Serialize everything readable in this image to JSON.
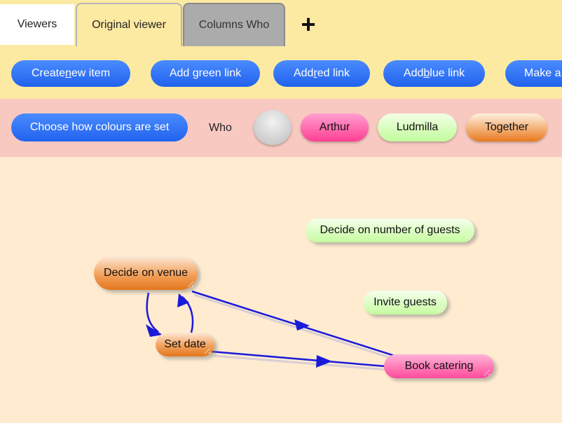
{
  "tabs": {
    "viewers": "Viewers",
    "original": "Original viewer",
    "columns": "Columns Who",
    "add": "+"
  },
  "toolbar": {
    "create_pre": "Create ",
    "create_key": "n",
    "create_post": "ew item",
    "green_link": "Add green link",
    "red_pre": "Add ",
    "red_key": "r",
    "red_post": "ed link",
    "blue_pre": "Add ",
    "blue_key": "b",
    "blue_post": "lue link",
    "make": "Make a"
  },
  "colours": {
    "choose_button": "Choose how colours are set",
    "who_label": "Who",
    "options": [
      "Arthur",
      "Ludmilla",
      "Together"
    ]
  },
  "nodes": {
    "number_of_guests": "Decide on number of guests",
    "venue": "Decide on venue",
    "invite_guests": "Invite guests",
    "set_date": "Set date",
    "book_catering": "Book catering"
  },
  "colors": {
    "link_blue": "#1a1adb",
    "button_blue": "#2f72f5",
    "arthur_pink": "#ff4a9a",
    "ludmilla_green": "#c5fb9e",
    "together_orange": "#e97a1e"
  }
}
